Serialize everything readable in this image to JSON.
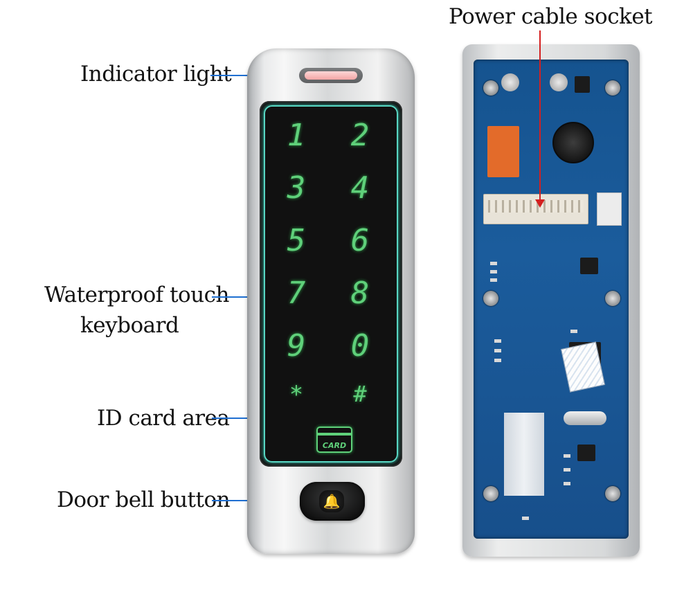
{
  "labels": {
    "indicator_light": "Indicator light",
    "power_cable_socket": "Power cable socket",
    "waterproof_touch_line1": "Waterproof touch",
    "waterproof_touch_line2": "keyboard",
    "id_card_area": "ID card area",
    "door_bell_button": "Door bell button"
  },
  "keypad": {
    "keys": [
      "1",
      "2",
      "3",
      "4",
      "5",
      "6",
      "7",
      "8",
      "9",
      "0",
      "*",
      "#"
    ],
    "card_label": "CARD",
    "glow_color": "#5fd07a"
  },
  "colors": {
    "arrow": "#1f6fd1",
    "power_arrow": "#d42020",
    "pcb": "#1b5c9c"
  },
  "icons": {
    "bell": "bell-icon"
  }
}
